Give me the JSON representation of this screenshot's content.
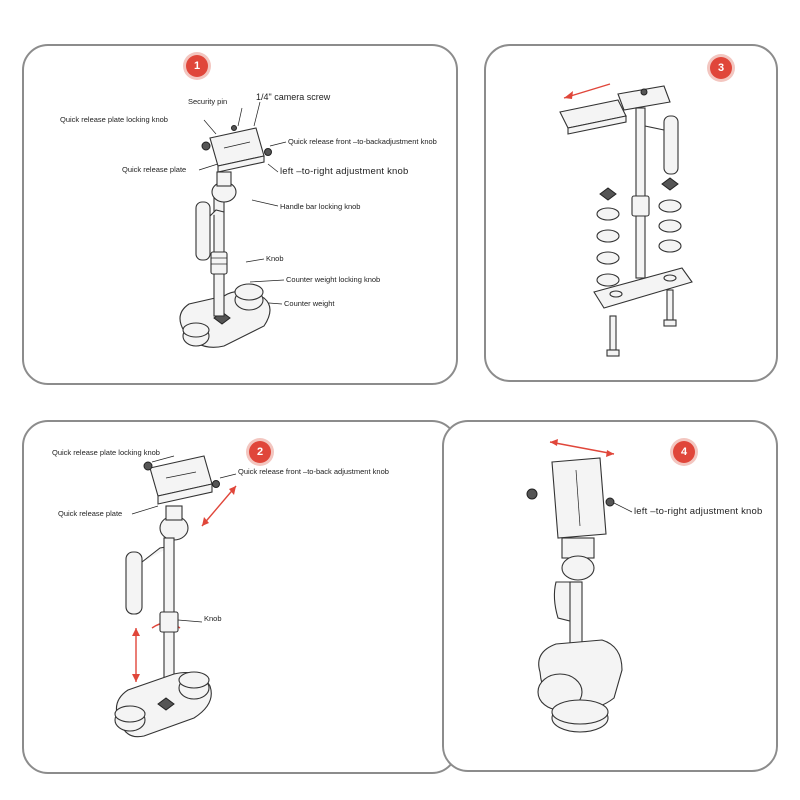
{
  "colors": {
    "badge": "#e0463a",
    "border": "#8c8c8c",
    "arrow": "#e0463a"
  },
  "panels": [
    {
      "badge": "1",
      "labels": {
        "security_pin": "Security pin",
        "camera_screw": "1/4\" camera screw",
        "qr_locking_knob": "Quick release plate locking knob",
        "qr_front_back": "Quick release front –to-backadjustment knob",
        "qr_plate": "Quick release plate",
        "left_right": "left –to-right adjustment knob",
        "handle_lock": "Handle bar locking knob",
        "knob": "Knob",
        "cw_locking": "Counter weight locking knob",
        "counter_weight": "Counter weight"
      }
    },
    {
      "badge": "2",
      "labels": {
        "qr_locking_knob": "Quick release plate locking knob",
        "qr_front_back": "Quick release front –to-back adjustment knob",
        "qr_plate": "Quick release plate",
        "knob": "Knob"
      }
    },
    {
      "badge": "3",
      "labels": {}
    },
    {
      "badge": "4",
      "labels": {
        "left_right": "left –to-right adjustment knob"
      }
    }
  ]
}
